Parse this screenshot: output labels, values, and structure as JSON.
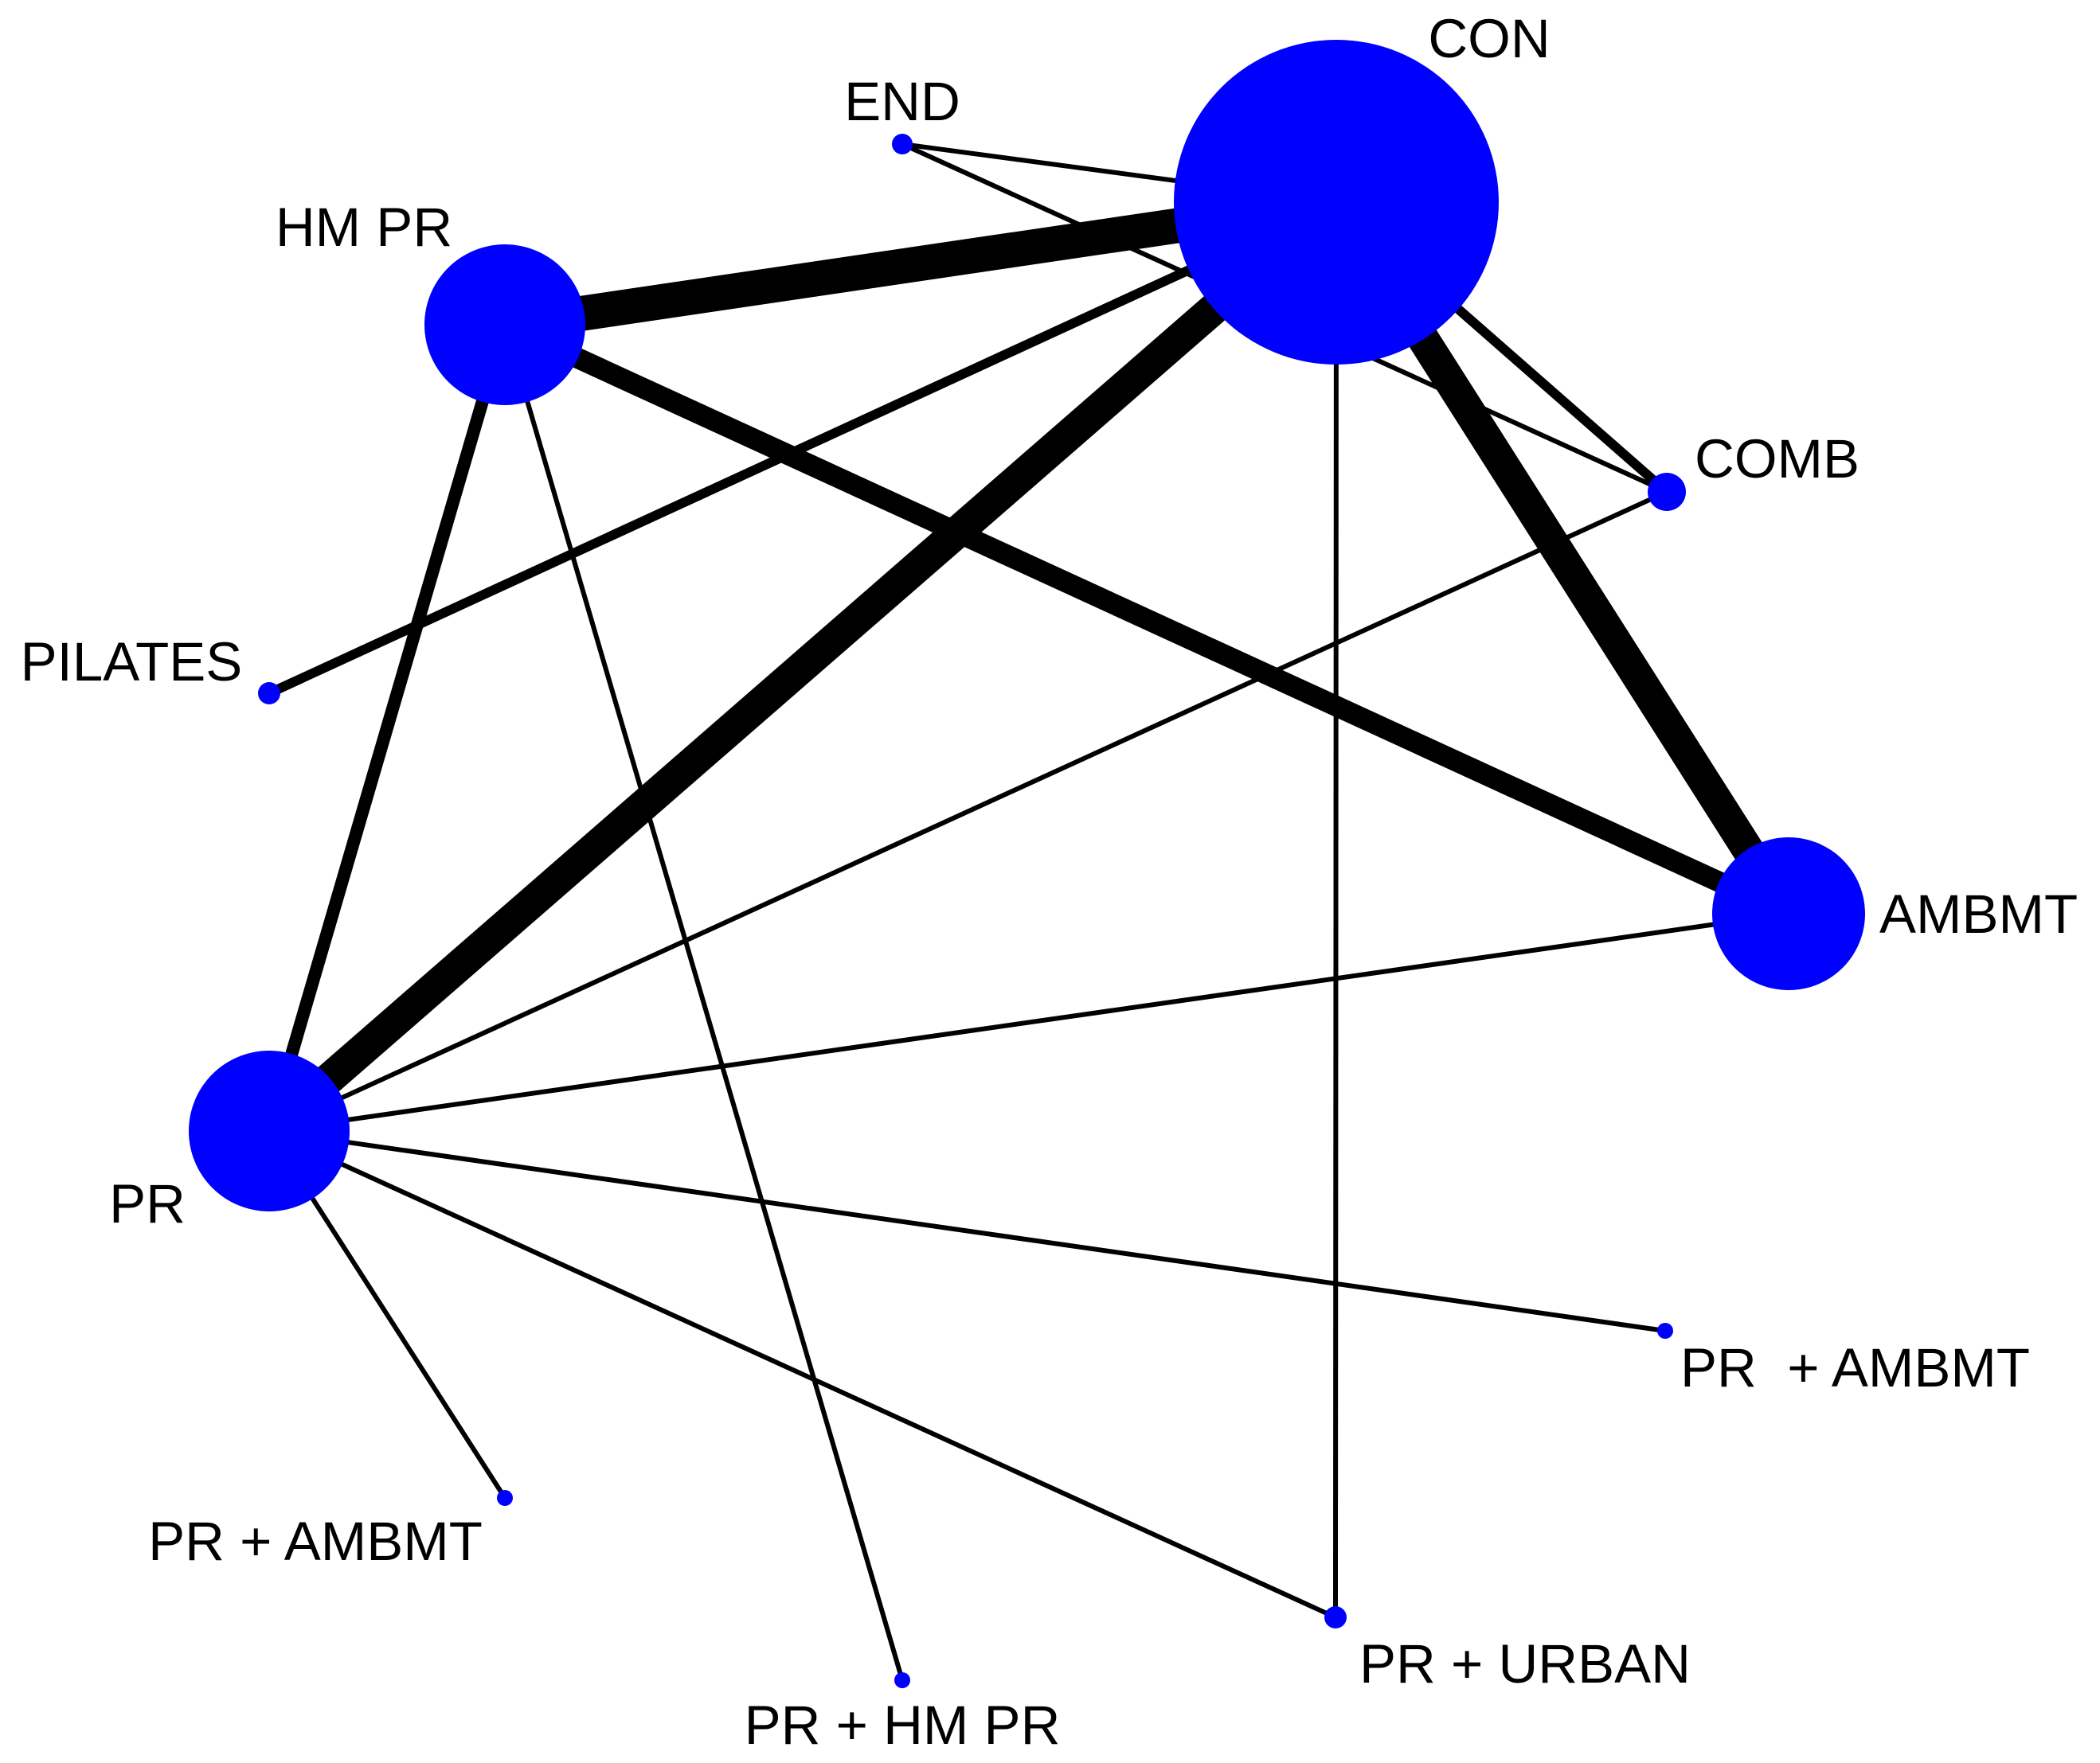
{
  "diagram": {
    "type": "network-graph",
    "node_color": "#0000FF",
    "edge_color": "#000000",
    "background": "#FFFFFF",
    "nodes": [
      {
        "id": "CON",
        "label": "CON"
      },
      {
        "id": "END",
        "label": "END"
      },
      {
        "id": "HMPR",
        "label": "HM PR"
      },
      {
        "id": "COMB",
        "label": "COMB"
      },
      {
        "id": "PILATES",
        "label": "PILATES"
      },
      {
        "id": "AMBMT",
        "label": "AMBMT"
      },
      {
        "id": "PR",
        "label": "PR"
      },
      {
        "id": "PR_AMBMT_R",
        "label": "PR  + AMBMT"
      },
      {
        "id": "PR_AMBMT_L",
        "label": "PR + AMBMT"
      },
      {
        "id": "PR_URBAN",
        "label": "PR + URBAN"
      },
      {
        "id": "PR_HMPR",
        "label": "PR + HM PR"
      }
    ],
    "edges": [
      {
        "from": "HMPR",
        "to": "CON"
      },
      {
        "from": "PR",
        "to": "CON"
      },
      {
        "from": "CON",
        "to": "AMBMT"
      },
      {
        "from": "HMPR",
        "to": "AMBMT"
      },
      {
        "from": "HMPR",
        "to": "PR"
      },
      {
        "from": "PILATES",
        "to": "CON"
      },
      {
        "from": "CON",
        "to": "COMB"
      },
      {
        "from": "END",
        "to": "CON"
      },
      {
        "from": "END",
        "to": "COMB"
      },
      {
        "from": "HMPR",
        "to": "PR_HMPR"
      },
      {
        "from": "CON",
        "to": "PR_URBAN"
      },
      {
        "from": "PR",
        "to": "COMB"
      },
      {
        "from": "PR",
        "to": "AMBMT"
      },
      {
        "from": "PR",
        "to": "PR_AMBMT_R"
      },
      {
        "from": "PR",
        "to": "PR_AMBMT_L"
      },
      {
        "from": "PR",
        "to": "PR_URBAN"
      }
    ]
  }
}
